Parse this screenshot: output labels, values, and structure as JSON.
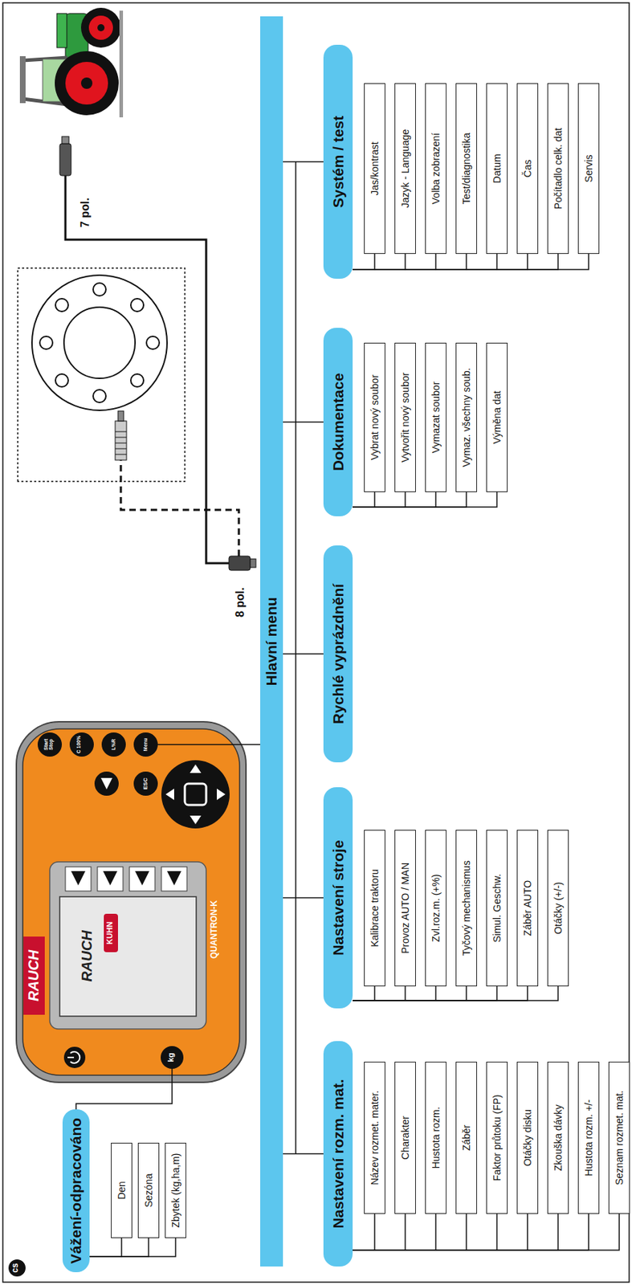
{
  "diagram": {
    "nodes": [
      {
        "text": [
          "Vážení-odpracováno"
        ]
      },
      {
        "text": [
          "Den"
        ]
      },
      {
        "text": [
          "Sezóna"
        ]
      },
      {
        "text": [
          "Zbytek (kg,ha,m)"
        ]
      },
      {
        "text": [
          "Hlavní menu"
        ]
      },
      {
        "text": [
          "Nastavení rozm. mat."
        ]
      },
      {
        "text": [
          "Název rozmet. mater."
        ]
      },
      {
        "text": [
          "Charakter"
        ]
      },
      {
        "text": [
          "Hustota rozm."
        ]
      },
      {
        "text": [
          "Záběr"
        ]
      },
      {
        "text": [
          "Faktor průtoku (FP)"
        ]
      },
      {
        "text": [
          "Otáčky disku"
        ]
      },
      {
        "text": [
          "Zkouška dávky"
        ]
      },
      {
        "text": [
          "Hustota rozm. +/-"
        ]
      },
      {
        "text": [
          "Seznam rozmet. mat."
        ]
      },
      {
        "text": [
          "Nastavení stroje"
        ]
      },
      {
        "text": [
          "Kalibrace traktoru"
        ]
      },
      {
        "text": [
          "Provoz AUTO / MAN"
        ]
      },
      {
        "text": [
          "Zvl.roz.m. (+%)"
        ]
      },
      {
        "text": [
          "Tyčový mechanismus"
        ]
      },
      {
        "text": [
          "Simul. Geschw."
        ]
      },
      {
        "text": [
          "Záběr AUTO"
        ]
      },
      {
        "text": [
          "Otáčky (+/-)"
        ]
      },
      {
        "text": [
          "Rychlé vyprázdnění"
        ]
      },
      {
        "text": [
          "Dokumentace"
        ]
      },
      {
        "text": [
          "Vybrat nový soubor"
        ]
      },
      {
        "text": [
          "Vytvořit nový soubor"
        ]
      },
      {
        "text": [
          "Vymazat soubor"
        ]
      },
      {
        "text": [
          "Vymaz. všechny soub."
        ]
      },
      {
        "text": [
          "Výměna dat"
        ]
      },
      {
        "text": [
          "Systém / test"
        ]
      },
      {
        "text": [
          "Jas/kontrast"
        ]
      },
      {
        "text": [
          "Jazyk - Language"
        ]
      },
      {
        "text": [
          "Volba zobrazení"
        ]
      },
      {
        "text": [
          "Test/diagnostika"
        ]
      },
      {
        "text": [
          "Datum"
        ]
      },
      {
        "text": [
          "Čas"
        ]
      },
      {
        "text": [
          "Počítadlo celk. dat"
        ]
      },
      {
        "text": [
          "Servis"
        ]
      }
    ],
    "edges": [
      {
        "from": 0,
        "to": 1,
        "arrow": "none"
      },
      {
        "from": 0,
        "to": 2,
        "arrow": "none"
      },
      {
        "from": 0,
        "to": 3,
        "arrow": "none"
      },
      {
        "from": 4,
        "to": 5,
        "arrow": "none"
      },
      {
        "from": 4,
        "to": 15,
        "arrow": "none"
      },
      {
        "from": 4,
        "to": 23,
        "arrow": "none"
      },
      {
        "from": 4,
        "to": 24,
        "arrow": "none"
      },
      {
        "from": 4,
        "to": 30,
        "arrow": "none"
      },
      {
        "from": 5,
        "to": 6,
        "arrow": "none"
      },
      {
        "from": 5,
        "to": 7,
        "arrow": "none"
      },
      {
        "from": 5,
        "to": 8,
        "arrow": "none"
      },
      {
        "from": 5,
        "to": 9,
        "arrow": "none"
      },
      {
        "from": 5,
        "to": 10,
        "arrow": "none"
      },
      {
        "from": 5,
        "to": 11,
        "arrow": "none"
      },
      {
        "from": 5,
        "to": 12,
        "arrow": "none"
      },
      {
        "from": 5,
        "to": 13,
        "arrow": "none"
      },
      {
        "from": 5,
        "to": 14,
        "arrow": "none"
      },
      {
        "from": 15,
        "to": 16,
        "arrow": "none"
      },
      {
        "from": 15,
        "to": 17,
        "arrow": "none"
      },
      {
        "from": 15,
        "to": 18,
        "arrow": "none"
      },
      {
        "from": 15,
        "to": 19,
        "arrow": "none"
      },
      {
        "from": 15,
        "to": 20,
        "arrow": "none"
      },
      {
        "from": 15,
        "to": 21,
        "arrow": "none"
      },
      {
        "from": 15,
        "to": 22,
        "arrow": "none"
      },
      {
        "from": 24,
        "to": 25,
        "arrow": "none"
      },
      {
        "from": 24,
        "to": 26,
        "arrow": "none"
      },
      {
        "from": 24,
        "to": 27,
        "arrow": "none"
      },
      {
        "from": 24,
        "to": 28,
        "arrow": "none"
      },
      {
        "from": 24,
        "to": 29,
        "arrow": "none"
      },
      {
        "from": 30,
        "to": 31,
        "arrow": "none"
      },
      {
        "from": 30,
        "to": 32,
        "arrow": "none"
      },
      {
        "from": 30,
        "to": 33,
        "arrow": "none"
      },
      {
        "from": 30,
        "to": 34,
        "arrow": "none"
      },
      {
        "from": 30,
        "to": 35,
        "arrow": "none"
      },
      {
        "from": 30,
        "to": 36,
        "arrow": "none"
      },
      {
        "from": 30,
        "to": 37,
        "arrow": "none"
      },
      {
        "from": 30,
        "to": 38,
        "arrow": "none"
      }
    ],
    "labels": [
      "RAUCH",
      "RAUCH",
      "KUHN",
      "QUANTRON-K",
      "Start Stop",
      "C 100%",
      "L%R",
      "Menu",
      "ESC",
      "kg",
      "8 pol.",
      "7 pol.",
      "cs"
    ]
  }
}
